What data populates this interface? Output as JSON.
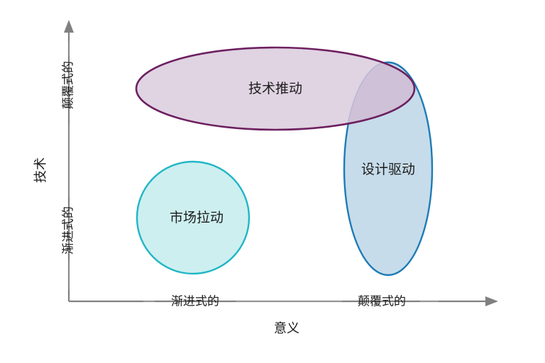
{
  "chart_data": {
    "type": "scatter",
    "title": "",
    "xlabel": "意义",
    "ylabel": "技术",
    "grid": false,
    "legend": "none",
    "xlim": [
      0,
      1
    ],
    "ylim": [
      0,
      1
    ],
    "x_tick_labels": [
      "渐进式的",
      "颠覆式的"
    ],
    "y_tick_labels": [
      "渐进式的",
      "颠覆式的"
    ],
    "annotations": [
      "技术推动",
      "设计驱动",
      "市场拉动"
    ],
    "series": [
      {
        "name": "技术推动",
        "shape": "ellipse",
        "cx": 388,
        "cy": 125,
        "rx": 196,
        "ry": 58,
        "fill": "#d7c6da",
        "stroke": "#6d2060",
        "x_position": "incremental-to-disruptive",
        "y_position": "disruptive"
      },
      {
        "name": "设计驱动",
        "shape": "ellipse",
        "cx": 547,
        "cy": 238,
        "rx": 62,
        "ry": 150,
        "fill": "#c6dcea",
        "stroke": "#1f7bb6",
        "x_position": "disruptive",
        "y_position": "incremental-to-disruptive"
      },
      {
        "name": "市场拉动",
        "shape": "circle",
        "cx": 272,
        "cy": 307,
        "rx": 79,
        "ry": 79,
        "fill": "#cdeff0",
        "stroke": "#21b6c6",
        "x_position": "incremental",
        "y_position": "incremental"
      }
    ]
  },
  "axes": {
    "y": {
      "title": "技术",
      "high_label": "颠覆式的",
      "low_label": "渐进式的"
    },
    "x": {
      "title": "意义",
      "low_label": "渐进式的",
      "high_label": "颠覆式的"
    }
  },
  "shapes": {
    "tech_push": {
      "label": "技术推动",
      "fill": "#d7c6da",
      "stroke": "#6d2060"
    },
    "design_driven": {
      "label": "设计驱动",
      "fill": "#c6dcea",
      "stroke": "#1f7bb6"
    },
    "market_pull": {
      "label": "市场拉动",
      "fill": "#cdeff0",
      "stroke": "#21b6c6"
    },
    "overlap": {
      "fill": "#b3aecb"
    }
  },
  "colors": {
    "axis": "#808080",
    "text": "#1c1c1c",
    "background": "#ffffff"
  }
}
